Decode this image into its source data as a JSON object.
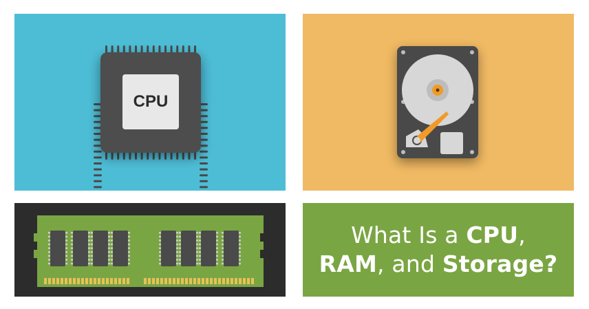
{
  "panels": {
    "cpu": {
      "bg": "#4dbdd6",
      "chip_label": "CPU",
      "icon": "cpu-chip-icon"
    },
    "storage": {
      "bg": "#f0b963",
      "icon": "hard-drive-icon"
    },
    "ram": {
      "bg": "#2c2c2c",
      "icon": "ram-module-icon"
    },
    "title": {
      "bg": "#7aa543",
      "line1_part1": "What Is a ",
      "line1_bold": "CPU",
      "line1_end": ",",
      "line2_bold1": "RAM",
      "line2_mid": ", and ",
      "line2_bold2": "Storage?"
    }
  }
}
